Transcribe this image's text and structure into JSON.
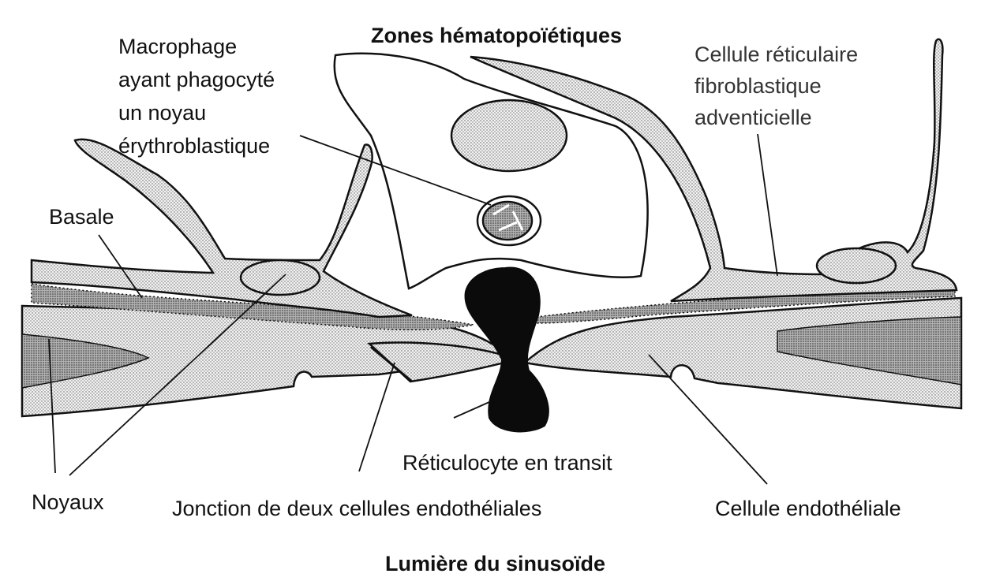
{
  "labels": {
    "zones": "Zones hématopoïétiques",
    "macrophage": [
      "Macrophage",
      "ayant phagocyté",
      "un noyau",
      "érythroblastique"
    ],
    "reticulaire": [
      "Cellule réticulaire",
      "fibroblastique",
      "adventicielle"
    ],
    "basale": "Basale",
    "reticulocyte": "Réticulocyte en transit",
    "noyaux": "Noyaux",
    "jonction": "Jonction de deux cellules endothéliales",
    "endotheliale": "Cellule endothéliale",
    "lumiere": "Lumière du sinusoïde"
  },
  "colors": {
    "ink": "#111111",
    "stipple_light": "#e6e6e6",
    "stipple_dark": "#9a9a9a",
    "nucleus_gray": "#a8a8a8",
    "reticulocyte": "#0b0b0b"
  }
}
